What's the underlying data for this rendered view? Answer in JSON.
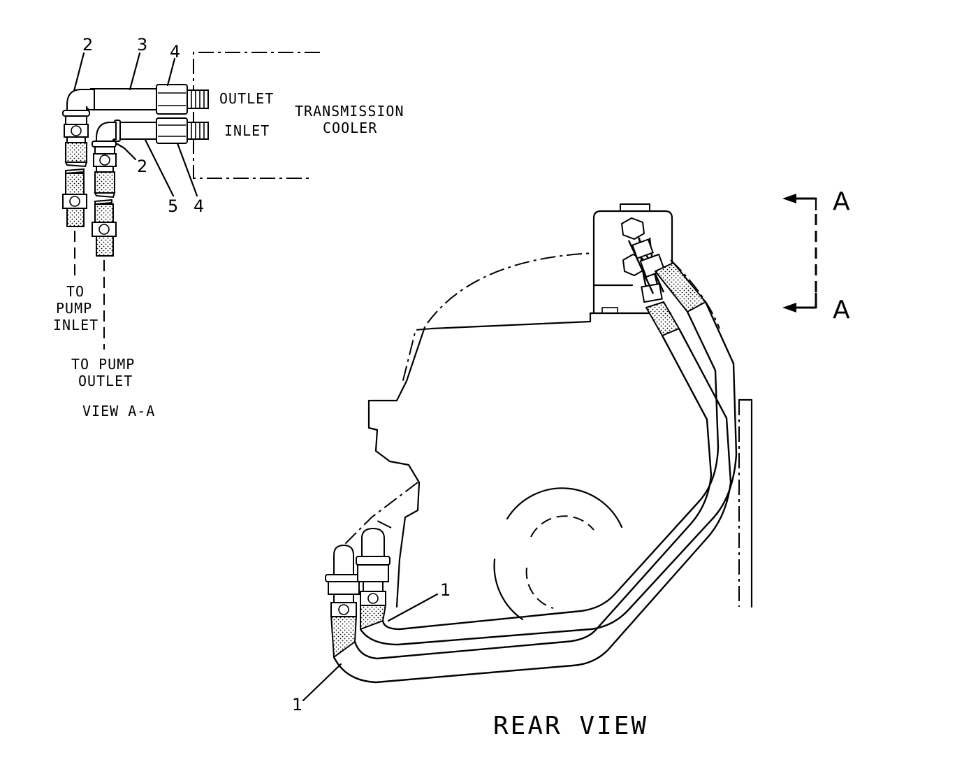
{
  "view_aa": {
    "callouts": {
      "c2_top": "2",
      "c3": "3",
      "c4_top": "4",
      "c2_mid": "2",
      "c5": "5",
      "c4_bottom": "4"
    },
    "outlet": "OUTLET",
    "inlet": "INLET",
    "cooler_line1": "TRANSMISSION",
    "cooler_line2": "COOLER",
    "pump_inlet": [
      "TO",
      "PUMP",
      "INLET"
    ],
    "pump_outlet": [
      "TO PUMP",
      "OUTLET"
    ],
    "title": "VIEW A-A"
  },
  "rear_view": {
    "section_top": "A",
    "section_bottom": "A",
    "callout_upper": "1",
    "callout_lower": "1",
    "title": "REAR VIEW"
  }
}
